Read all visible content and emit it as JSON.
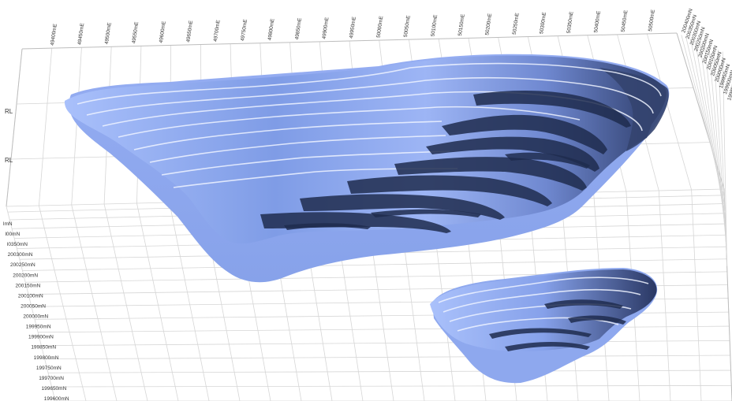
{
  "axes": {
    "easting_labels": [
      "49400mE",
      "49450mE",
      "49500mE",
      "49550mE",
      "49600mE",
      "49650mE",
      "49700mE",
      "49750mE",
      "49800mE",
      "49850mE",
      "49900mE",
      "49950mE",
      "50000mE",
      "50050mE",
      "50100mE",
      "50150mE",
      "50200mE",
      "50250mE",
      "50300mE",
      "50350mE",
      "50400mE",
      "50450mE",
      "50500mE"
    ],
    "northing_left_labels": [
      "lmN",
      "l00mN",
      "l0350mN",
      "200300mN",
      "200250mN",
      "200200mN",
      "200150mN",
      "200100mN",
      "200050mN",
      "200000mN",
      "199950mN",
      "199900mN",
      "199850mN",
      "199800mN",
      "199750mN",
      "199700mN",
      "199650mN",
      "199600mN"
    ],
    "northing_right_labels": [
      "200400mN",
      "200350mN",
      "200300mN",
      "200250mN",
      "200200mN",
      "200150mN",
      "200100mN",
      "200050mN",
      "200000mN",
      "199950mN",
      "199900mN",
      "199850mN"
    ],
    "rl_labels": [
      "RL",
      "RL"
    ]
  },
  "colors": {
    "pit_light": "#b6cbff",
    "pit_mid": "#8aa6ec",
    "pit_dark": "#24325c",
    "grid": "#d6d6d6",
    "background": "#ffffff"
  }
}
